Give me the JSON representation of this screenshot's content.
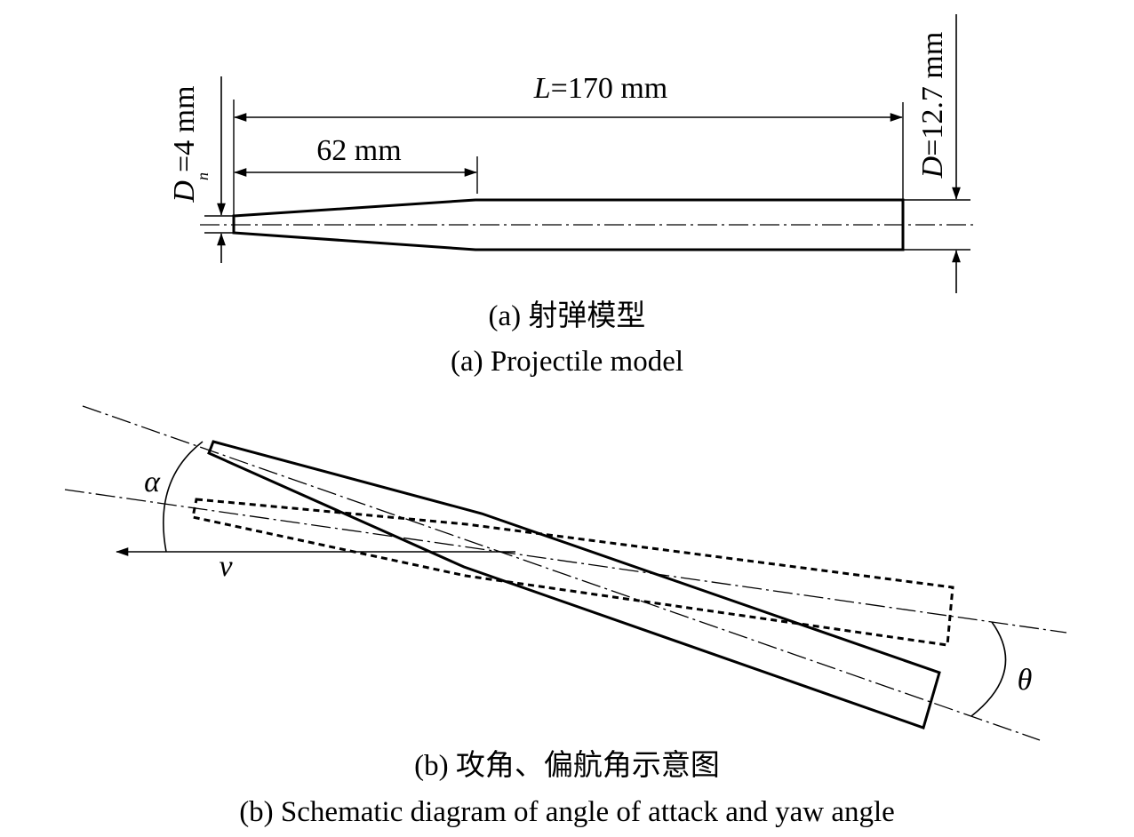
{
  "panel_a": {
    "dim_length_var": "L",
    "dim_length_value": "=170 mm",
    "dim_taper": "62 mm",
    "dim_nose_var": "D",
    "dim_nose_sub": "n",
    "dim_nose_value": "=4 mm",
    "dim_diameter_var": "D",
    "dim_diameter_value": "=12.7 mm",
    "caption_zh": "(a) 射弹模型",
    "caption_en": "(a) Projectile model"
  },
  "panel_b": {
    "label_alpha": "α",
    "label_velocity": "v",
    "label_theta": "θ",
    "caption_zh": "(b) 攻角、偏航角示意图",
    "caption_en": "(b) Schematic diagram of angle of attack and yaw angle"
  }
}
